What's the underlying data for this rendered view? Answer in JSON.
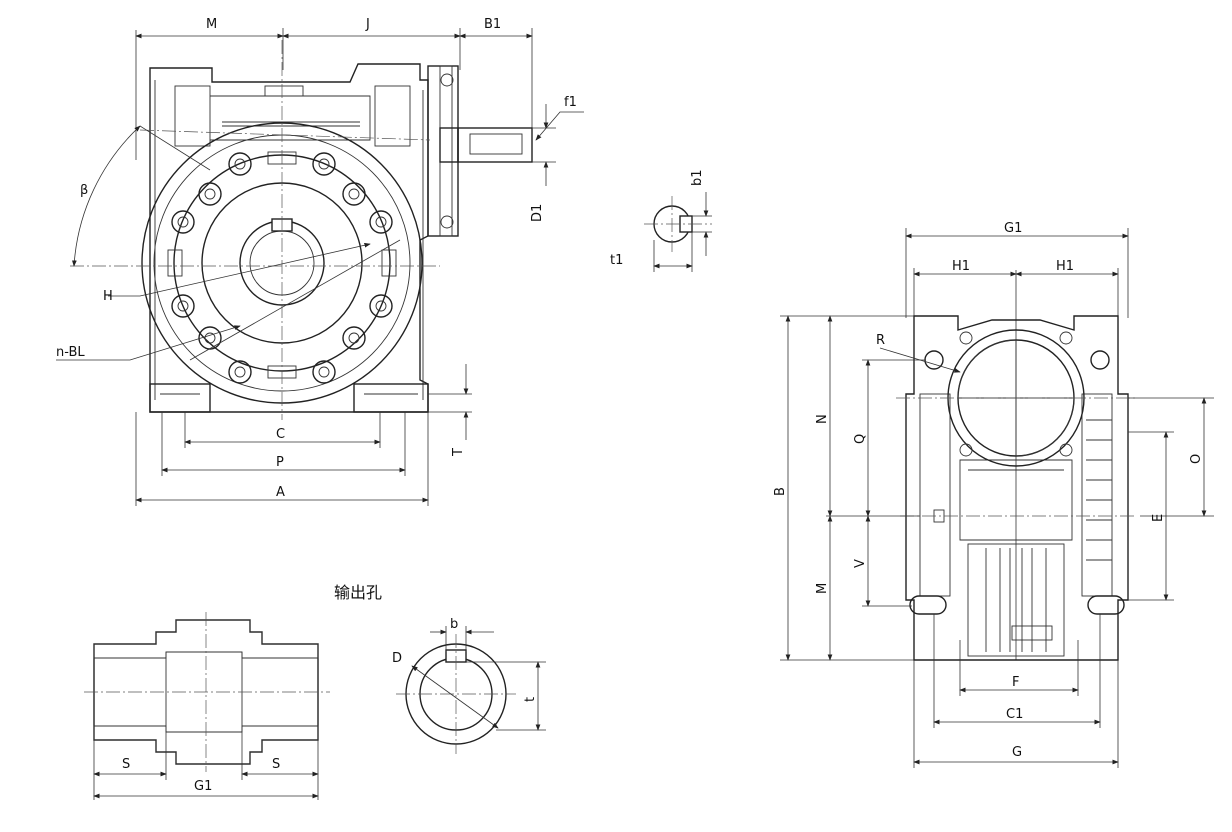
{
  "labels": {
    "front": {
      "M": "M",
      "J": "J",
      "B1": "B1",
      "f1": "f1",
      "D1": "D1",
      "beta": "β",
      "H": "H",
      "nBL": "n-BL",
      "C": "C",
      "P": "P",
      "A": "A",
      "T": "T"
    },
    "key": {
      "b1": "b1",
      "t1": "t1"
    },
    "side": {
      "G1": "G1",
      "H1_left": "H1",
      "H1_right": "H1",
      "R": "R",
      "B": "B",
      "N": "N",
      "Q": "Q",
      "M": "M",
      "V": "V",
      "O": "O",
      "E": "E",
      "F": "F",
      "C1": "C1",
      "G": "G"
    },
    "bore": {
      "title": "输出孔",
      "S_left": "S",
      "S_right": "S",
      "G1": "G1",
      "D": "D",
      "b": "b",
      "t": "t"
    }
  }
}
